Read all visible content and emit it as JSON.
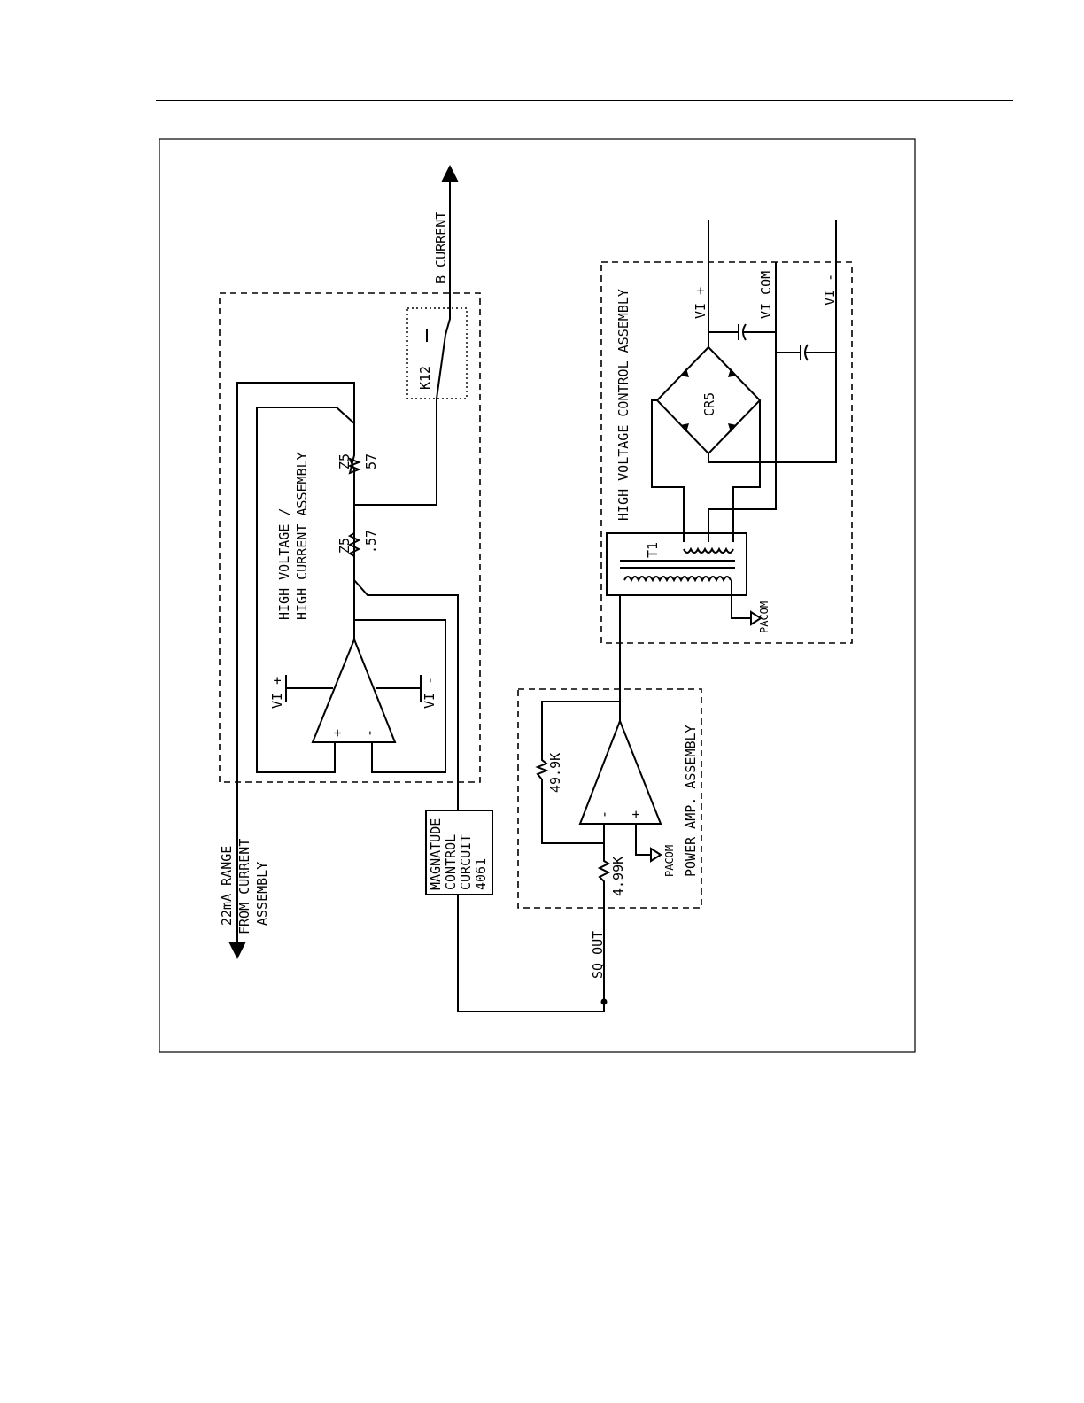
{
  "assemblies": {
    "hv_hc": {
      "line1": "HIGH VOLTAGE /",
      "line2": "HIGH CURRENT ASSEMBLY"
    },
    "hv_control": "HIGH VOLTAGE CONTROL ASSEMBLY",
    "power_amp": "POWER AMP.  ASSEMBLY"
  },
  "labels": {
    "input_line1": "22mA RANGE",
    "input_line2": "FROM CURRENT",
    "input_line3": "ASSEMBLY",
    "b_current": "B CURRENT",
    "relay": "K12",
    "z5_a": "Z5",
    "z5_a_val": "57",
    "z5_b": "Z5",
    "z5_b_val": ".57",
    "vi_plus_hv": "VI +",
    "vi_minus_hv": "VI -",
    "opamp_plus": "+",
    "opamp_minus": "-",
    "mag_line1": "MAGNATUDE",
    "mag_line2": "CONTROL",
    "mag_line3": "CURCUIT",
    "mag_line4": "4061",
    "sq_out": "SQ OUT",
    "r1": "4.99K",
    "r2": "49.9K",
    "pa_plus": "+",
    "pa_minus": "-",
    "pacom_pa": "PACOM",
    "pacom_t1": "PACOM",
    "t1": "T1",
    "cr5": "CR5",
    "vi_plus_out": "VI +",
    "vi_com_out": "VI COM",
    "vi_minus_out": "VI -"
  }
}
